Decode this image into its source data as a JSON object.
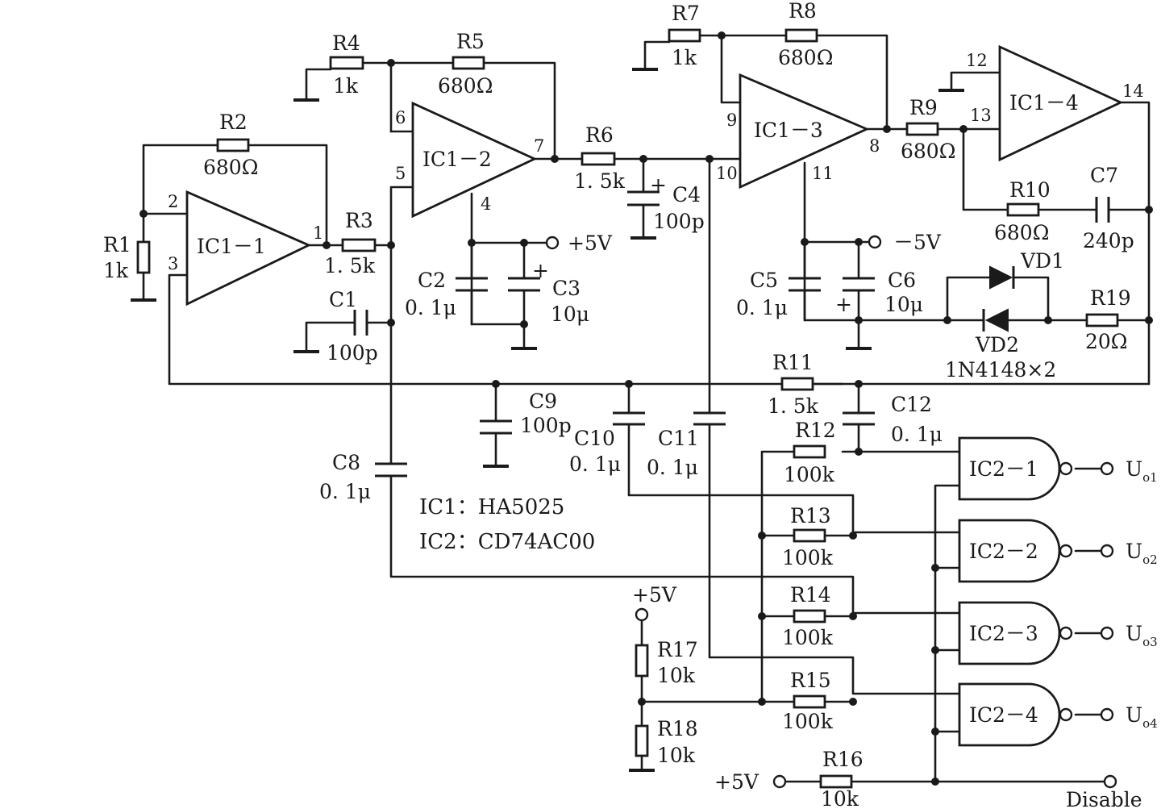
{
  "chips": {
    "ic1_1": "IC1－1",
    "ic1_2": "IC1－2",
    "ic1_3": "IC1－3",
    "ic1_4": "IC1－4",
    "ic2_1": "IC2－1",
    "ic2_2": "IC2－2",
    "ic2_3": "IC2－3",
    "ic2_4": "IC2－4"
  },
  "pins": {
    "p1": "1",
    "p2": "2",
    "p3": "3",
    "p4": "4",
    "p5": "5",
    "p6": "6",
    "p7": "7",
    "p8": "8",
    "p9": "9",
    "p10": "10",
    "p11": "11",
    "p12": "12",
    "p13": "13",
    "p14": "14"
  },
  "components": {
    "R1": {
      "name": "R1",
      "value": "1k"
    },
    "R2": {
      "name": "R2",
      "value": "680Ω"
    },
    "R3": {
      "name": "R3",
      "value": "1. 5k"
    },
    "R4": {
      "name": "R4",
      "value": "1k"
    },
    "R5": {
      "name": "R5",
      "value": "680Ω"
    },
    "R6": {
      "name": "R6",
      "value": "1. 5k"
    },
    "R7": {
      "name": "R7",
      "value": "1k"
    },
    "R8": {
      "name": "R8",
      "value": "680Ω"
    },
    "R9": {
      "name": "R9",
      "value": "680Ω"
    },
    "R10": {
      "name": "R10",
      "value": "680Ω"
    },
    "R11": {
      "name": "R11",
      "value": "1. 5k"
    },
    "R12": {
      "name": "R12",
      "value": "100k"
    },
    "R13": {
      "name": "R13",
      "value": "100k"
    },
    "R14": {
      "name": "R14",
      "value": "100k"
    },
    "R15": {
      "name": "R15",
      "value": "100k"
    },
    "R16": {
      "name": "R16",
      "value": "10k"
    },
    "R17": {
      "name": "R17",
      "value": "10k"
    },
    "R18": {
      "name": "R18",
      "value": "10k"
    },
    "R19": {
      "name": "R19",
      "value": "20Ω"
    },
    "C1": {
      "name": "C1",
      "value": "100p"
    },
    "C2": {
      "name": "C2",
      "value": "0. 1μ"
    },
    "C3": {
      "name": "C3",
      "value": "10μ"
    },
    "C4": {
      "name": "C4",
      "value": "100p"
    },
    "C5": {
      "name": "C5",
      "value": "0. 1μ"
    },
    "C6": {
      "name": "C6",
      "value": "10μ"
    },
    "C7": {
      "name": "C7",
      "value": "240p"
    },
    "C8": {
      "name": "C8",
      "value": "0. 1μ"
    },
    "C9": {
      "name": "C9",
      "value": "100p"
    },
    "C10": {
      "name": "C10",
      "value": "0. 1μ"
    },
    "C11": {
      "name": "C11",
      "value": "0. 1μ"
    },
    "C12": {
      "name": "C12",
      "value": "0. 1μ"
    },
    "VD1": {
      "name": "VD1"
    },
    "VD2": {
      "name": "VD2",
      "value": "1N4148×2"
    }
  },
  "polarity": {
    "plus": "+"
  },
  "supply": {
    "p5v_top": "+5V",
    "m5v": "－5V",
    "p5v_divider": "+5V",
    "p5v_bottom": "+5V"
  },
  "outputs": {
    "o1": {
      "main": "U",
      "sub": "o1"
    },
    "o2": {
      "main": "U",
      "sub": "o2"
    },
    "o3": {
      "main": "U",
      "sub": "o3"
    },
    "o4": {
      "main": "U",
      "sub": "o4"
    },
    "disable": "Disable"
  },
  "notes": {
    "ic1": "IC1：HA5025",
    "ic2": "IC2：CD74AC00"
  }
}
